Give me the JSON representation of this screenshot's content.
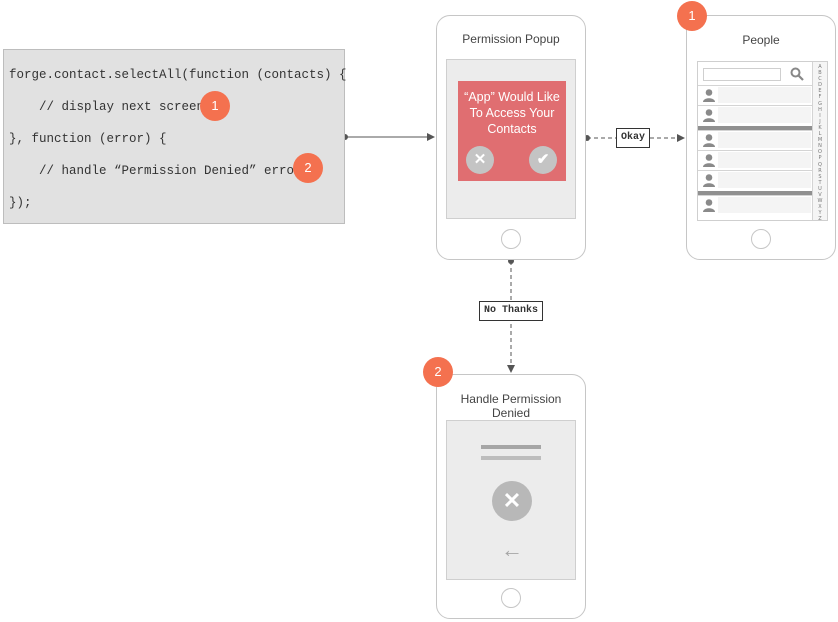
{
  "code": {
    "lines": [
      "forge.contact.selectAll(function (contacts) {",
      "    // display next screen",
      "}, function (error) {",
      "    // handle “Permission Denied” error",
      "});"
    ],
    "badge_1": "1",
    "badge_2": "2"
  },
  "phones": {
    "permission": {
      "title": "Permission Popup",
      "message": "“App” Would Like To Access Your Contacts"
    },
    "people": {
      "title": "People",
      "badge": "1",
      "alphabet": [
        "A",
        "B",
        "C",
        "D",
        "E",
        "F",
        "G",
        "H",
        "I",
        "J",
        "K",
        "L",
        "M",
        "N",
        "O",
        "P",
        "Q",
        "R",
        "S",
        "T",
        "U",
        "V",
        "W",
        "X",
        "Y",
        "Z"
      ]
    },
    "denied": {
      "title": "Handle Permission Denied",
      "badge": "2"
    }
  },
  "connectors": {
    "okay_label": "Okay",
    "no_thanks_label": "No Thanks"
  },
  "colors": {
    "badge": "#f4714f",
    "popup": "#e06e71",
    "code_bg": "#e1e1e1"
  }
}
